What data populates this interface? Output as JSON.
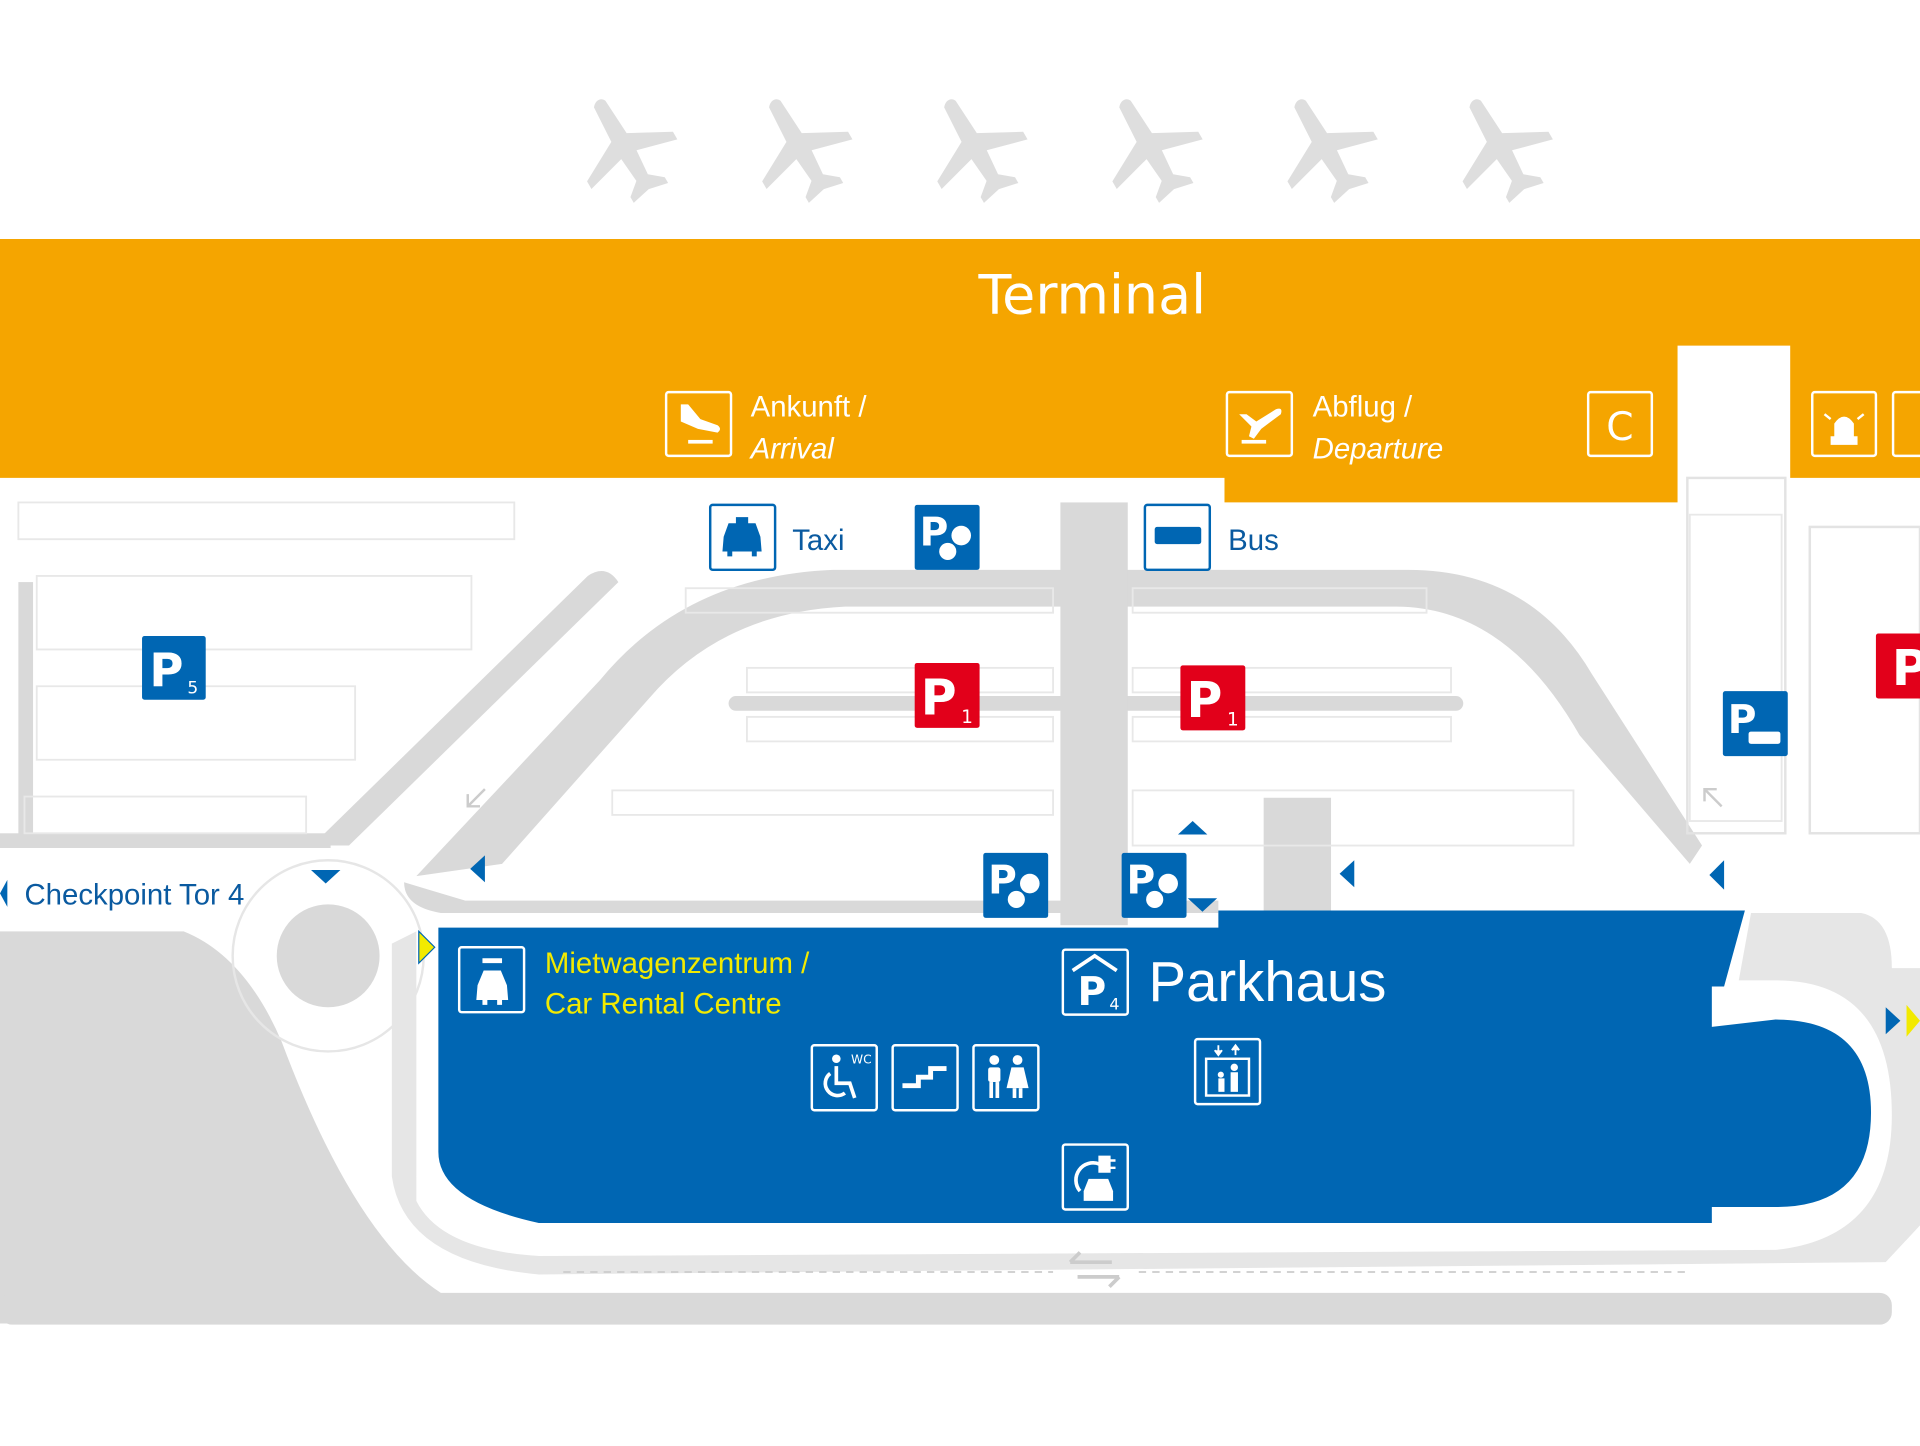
{
  "colors": {
    "terminal": "#F5A500",
    "parkhaus": "#0066B3",
    "p1_red": "#E2001A",
    "road_gray": "#D9D9D9",
    "rental_text": "#F2EA00",
    "label_blue": "#0A5AA0"
  },
  "terminal": {
    "title": "Terminal",
    "arrival": {
      "line1": "Ankunft /",
      "line2": "Arrival",
      "icon": "arrival-plane-icon"
    },
    "departure": {
      "line1": "Abflug /",
      "line2": "Departure",
      "icon": "departure-plane-icon"
    },
    "c_label": "C"
  },
  "transport": {
    "taxi": "Taxi",
    "bus": "Bus"
  },
  "parking": {
    "p_letter": "P",
    "p5_sub": "5",
    "p1_sub": "1",
    "p4_sub": "4"
  },
  "checkpoint": "Checkpoint Tor 4",
  "rental": {
    "line1": "Mietwagenzentrum /",
    "line2": "Car Rental Centre"
  },
  "parkhaus": {
    "title": "Parkhaus",
    "wc": "WC"
  }
}
